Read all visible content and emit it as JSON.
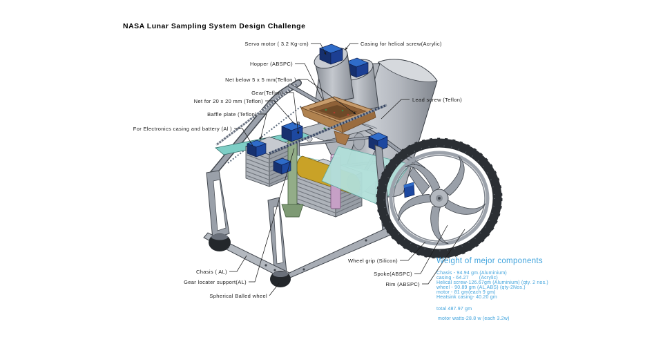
{
  "title": "NASA Lunar Sampling System Design Challenge",
  "labels": [
    {
      "id": "servo-motor",
      "text": "Servo motor ( 3.2 Kg-cm)"
    },
    {
      "id": "casing-helical",
      "text": "Casing for helical screw(Acrylic)"
    },
    {
      "id": "hopper",
      "text": "Hopper (ABSPC)"
    },
    {
      "id": "net-below",
      "text": "Net below 5 x 5 mm(Teflon )"
    },
    {
      "id": "gear",
      "text": "Gear(Teflon)"
    },
    {
      "id": "net-20",
      "text": "Net for 20 x 20 mm (Teflon)"
    },
    {
      "id": "baffle-plate",
      "text": "Baffle plate (Teflon)"
    },
    {
      "id": "electronics-casing",
      "text": "For Electronics casing and battery (Al )"
    },
    {
      "id": "lead-screw",
      "text": "Lead screw (Teflon)"
    },
    {
      "id": "wheel-grip",
      "text": "Wheel grip (Silicon)"
    },
    {
      "id": "spoke",
      "text": "Spoke(ABSPC)"
    },
    {
      "id": "rim",
      "text": "Rim (ABSPC)"
    },
    {
      "id": "chasis",
      "text": "Chasis ( AL)"
    },
    {
      "id": "gear-locater",
      "text": "Gear locater support(AL)"
    },
    {
      "id": "spherical-wheel",
      "text": "Spherical Balled wheel"
    }
  ],
  "weight_panel": {
    "heading": "Weight of mejor components",
    "lines": [
      "Chasis - 94.94 gm.(Aluminium)",
      "casing - 64.27       (Acrylic)",
      "Helical screw-126.67gm (Aluminium) (qty. 2 nos.)",
      "wheel - 90.89 gm (AL,ABS) (qty-2Nos.)",
      "motor - 81 gm(each 9 gm)",
      "Heatsink casing- 40.20 gm"
    ],
    "total": "total 487.97 gm",
    "watts": "motor watts-28.8 w (each 3.2w)"
  },
  "colors": {
    "accent_blue": "#3EA2DC",
    "label_text": "#1A1A1A",
    "frame_gray": "#9BA1AB",
    "cylinder_gray": "#B9BDC4",
    "tread_dark": "#2B2F34",
    "servo_blue": "#1C3F93",
    "hopper_tan": "#C79B6B",
    "baffle_teal": "#7ECEC6",
    "heatsink_gray": "#B0B5BC",
    "background": "#FFFFFF"
  }
}
